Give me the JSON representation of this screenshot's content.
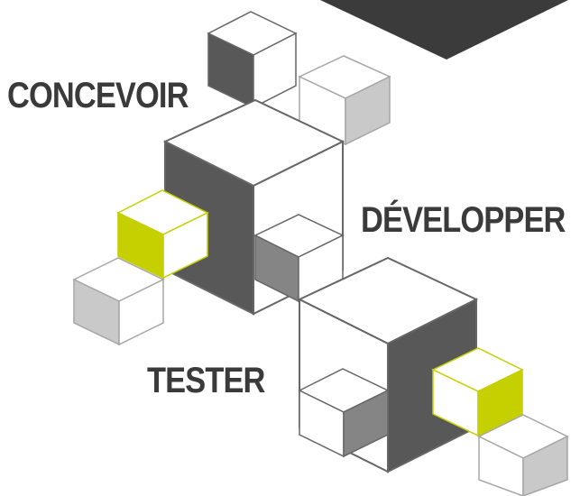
{
  "labels": {
    "concevoir": "CONCEVOIR",
    "developper": "DÉVELOPPER",
    "tester": "TESTER"
  },
  "colors": {
    "text": "#3a3a3a",
    "dark_face": "#585858",
    "mid_face": "#858585",
    "light_face": "#c9c9c9",
    "white_face": "#ffffff",
    "accent_face": "#c6cf00",
    "banner": "#3b3b3b",
    "outline": "#666666",
    "light_outline": "#a6a6a6",
    "accent_outline": "#c6cf00"
  }
}
